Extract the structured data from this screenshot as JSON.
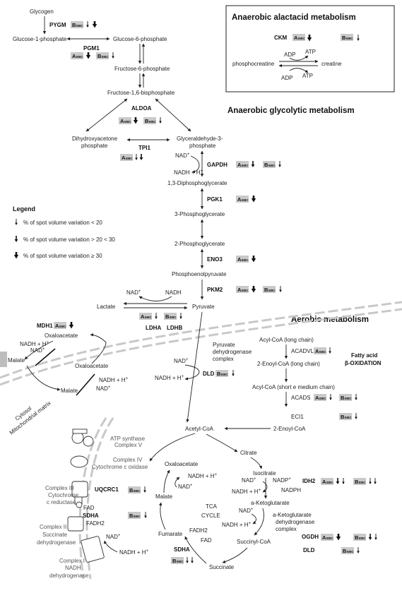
{
  "titles": {
    "alactacid": "Anaerobic alactacid metabolism",
    "glycolytic": "Anaerobic glycolytic metabolism",
    "aerobic": "Aerobic metabolism"
  },
  "legend": {
    "title": "Legend",
    "items": [
      "% of spot volume variation < 20",
      "% of spot volume variation > 20 < 30",
      "% of spot volume variation ≥ 30"
    ]
  },
  "badges": {
    "a_main": "A",
    "a_sub": "EBC",
    "b_main": "B",
    "b_sub": "EBC"
  },
  "alactacid": {
    "enzyme": "CKM",
    "adp_top": "ADP",
    "atp_top": "ATP",
    "left": "phosphocreatine",
    "right": "creatine",
    "adp_bottom": "ADP",
    "atp_bottom": "ATP"
  },
  "glycolysis": {
    "glycogen": "Glycogen",
    "pygm": "PYGM",
    "g1p": "Glucose-1-phosphate",
    "g6p": "Glucose-6-phosphate",
    "pgm1": "PGM1",
    "f6p": "Fructose-6-phosphate",
    "f16bp": "Fructose-1,6-bisphosphate",
    "aldoa": "ALDOA",
    "dhap_1": "Dihydroxyacetone",
    "dhap_2": "phosphate",
    "g3p_1": "Glyceraldehyde-3-",
    "g3p_2": "phosphate",
    "tpi1": "TPI1",
    "nad": "NAD",
    "nadh_h": "NADH + H",
    "gapdh": "GAPDH",
    "dpg13": "1,3-Diphosphoglycerate",
    "pgk1": "PGK1",
    "pg3": "3-Phosphoglycerate",
    "pg2": "2-Phosphoglycerate",
    "eno3": "ENO3",
    "pep": "Phosphoenolpyruvate",
    "nad2": "NAD",
    "nadh2": "NADH",
    "pkm2": "PKM2",
    "lactate": "Lactate",
    "pyruvate": "Pyruvate",
    "ldha": "LDHA",
    "ldhb": "LDHB"
  },
  "shuttle": {
    "mdh1": "MDH1",
    "oaa1": "Oxaloacetate",
    "nadh_h": "NADH + H",
    "nad": "NAD",
    "malate1": "Malate",
    "oaa2": "Oxaloacetate",
    "nadh_h2": "NADH + H",
    "nad2": "NAD",
    "malate2": "Malate",
    "cytosol": "Cytosol",
    "matrix": "Mitochondrial matrix"
  },
  "pdh": {
    "label_1": "Pyruvate",
    "label_2": "dehydrogenase",
    "label_3": "complex",
    "nad": "NAD",
    "dld": "DLD",
    "nadh_h": "NADH + H"
  },
  "fatty": {
    "acyl_long": "Acyl-CoA (long chain)",
    "acadvl": "ACADVL",
    "enoyl_long": "2-Enoyl-CoA (long chain)",
    "title_1": "Fatty acid",
    "title_2": "β-OXIDATION",
    "acyl_short": "Acyl-CoA (short e medium chain)",
    "acads": "ACADS",
    "eci1": "ECI1",
    "enoyl": "2-Enoyl-CoA",
    "acetyl": "Acetyl-CoA"
  },
  "etc": {
    "c5_1": "ATP synthase",
    "c5_2": "Complex V",
    "c4_1": "Complex IV",
    "c4_2": "Cytochrome c oxidase",
    "c3_1": "Complex III",
    "c3_2": "Cytochrome",
    "c3_3": "c reductase",
    "uqcrc1": "UQCRC1",
    "fad": "FAD",
    "sdha": "SDHA",
    "fadh2": "FADH2",
    "c2_1": "Complex II",
    "c2_2": "Succinate",
    "c2_3": "dehydrogenase",
    "nad": "NAD",
    "nadh_h": "NADH + H",
    "c1_1": "Complex I",
    "c1_2": "NADH",
    "c1_3": "dehydrogenase"
  },
  "tca": {
    "title_1": "TCA",
    "title_2": "CYCLE",
    "citrate": "Citrate",
    "isocitrate": "Isocitrate",
    "nadp": "NADP",
    "nadph": "NADPH",
    "nad": "NAD",
    "nadh_h": "NADH + H",
    "idh2": "IDH2",
    "akg": "a-Ketoglutarate",
    "ogdh_c1": "a-Ketoglutarate",
    "ogdh_c2": "dehydrogenase",
    "ogdh_c3": "complex",
    "nad2": "NAD",
    "nadh_h2": "NADH + H",
    "succoa": "Succinyl-CoA",
    "ogdh": "OGDH",
    "dld": "DLD",
    "succinate": "Succinate",
    "fadh2": "FADH2",
    "fad": "FAD",
    "fumarate": "Fumarate",
    "sdha": "SDHA",
    "malate": "Malate",
    "oaa": "Oxaloacetate",
    "nadh_h3": "NADH + H",
    "nad3": "NAD"
  }
}
